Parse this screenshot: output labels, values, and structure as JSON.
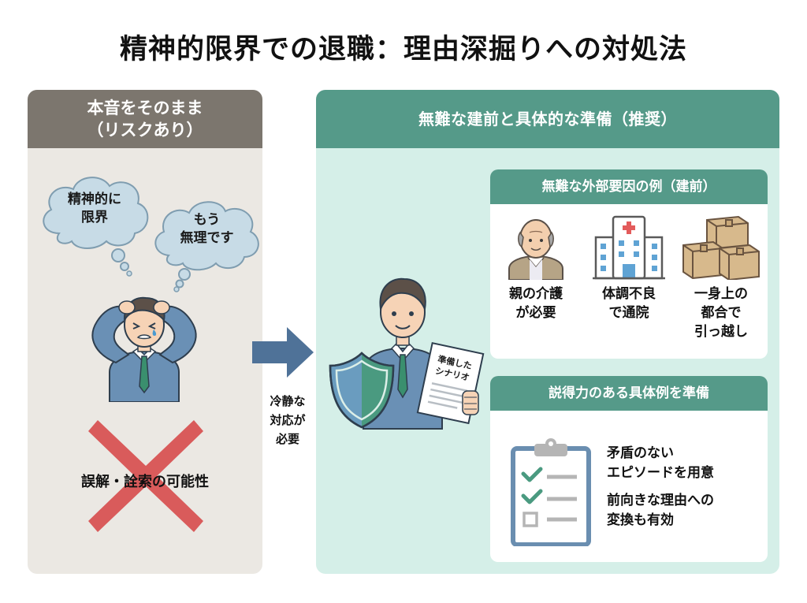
{
  "title": "精神的限界での退職：理由深掘りへの対処法",
  "left_panel": {
    "header_line1": "本音をそのまま",
    "header_line2": "（リスクあり）",
    "thought_bubbles": [
      {
        "line1": "精神的に",
        "line2": "限界"
      },
      {
        "line1": "もう",
        "line2": "無理です"
      }
    ],
    "illustration": "stressed-businessman",
    "risk_label": "誤解・詮索の可能性",
    "colors": {
      "header": "#7c766e",
      "background": "#ebe8e3",
      "cross": "#d95b5b"
    }
  },
  "arrow": {
    "label_line1": "冷静な",
    "label_line2": "対応が",
    "label_line3": "必要",
    "color": "#4f7298"
  },
  "right_panel": {
    "header": "無難な建前と具体的な準備（推奨）",
    "illustration": "confident-businessman-with-shield",
    "document_label_line1": "準備した",
    "document_label_line2": "シナリオ",
    "colors": {
      "header": "#559a89",
      "background": "#d5efe8"
    },
    "external_factors": {
      "header": "無難な外部要因の例（建前）",
      "items": [
        {
          "icon": "elderly-parent-icon",
          "line1": "親の介護",
          "line2": "が必要",
          "line3": ""
        },
        {
          "icon": "hospital-icon",
          "line1": "体調不良",
          "line2": "で通院",
          "line3": ""
        },
        {
          "icon": "moving-boxes-icon",
          "line1": "一身上の",
          "line2": "都合で",
          "line3": "引っ越し"
        }
      ]
    },
    "concrete_examples": {
      "header": "説得力のある具体例を準備",
      "icon": "checklist-clipboard-icon",
      "tips": [
        {
          "line1": "矛盾のない",
          "line2": "エピソードを用意"
        },
        {
          "line1": "前向きな理由への",
          "line2": "変換も有効"
        }
      ]
    }
  }
}
